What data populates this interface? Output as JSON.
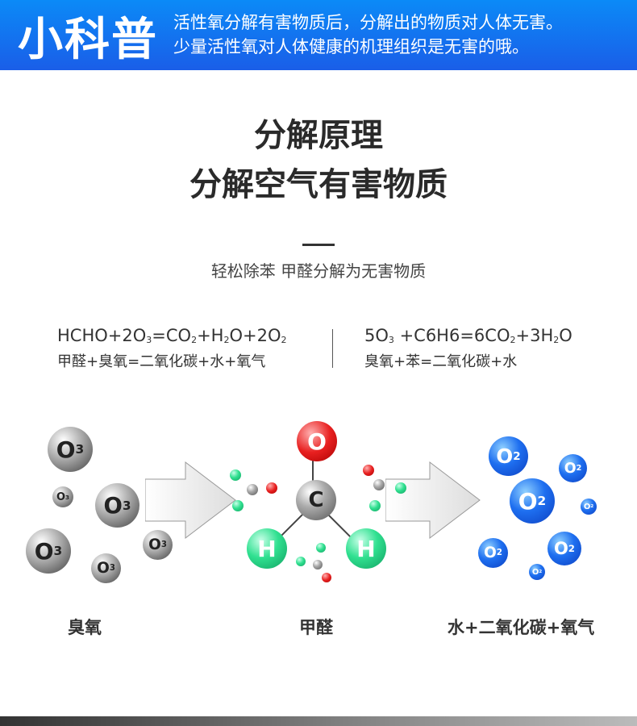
{
  "banner": {
    "brand": "小科普",
    "line1": "活性氧分解有害物质后，分解出的物质对人体无害。",
    "line2": "少量活性氧对人体健康的机理组织是无害的哦。"
  },
  "heading": {
    "title1": "分解原理",
    "title2": "分解空气有害物质",
    "subtitle": "轻松除苯 甲醛分解为无害物质"
  },
  "formulas": {
    "left": [
      [
        "HCHO+2O",
        ""
      ],
      [
        "",
        "3"
      ],
      [
        "=CO",
        ""
      ],
      [
        "",
        "2"
      ],
      [
        "+H",
        ""
      ],
      [
        "",
        "2"
      ],
      [
        "O+2O",
        ""
      ],
      [
        "",
        "2"
      ]
    ],
    "left_caption": "甲醛+臭氧=二氧化碳+水+氧气",
    "right": [
      [
        "5O",
        ""
      ],
      [
        "",
        "3"
      ],
      [
        " +C6H6=6CO",
        ""
      ],
      [
        "",
        "2"
      ],
      [
        "+3H",
        ""
      ],
      [
        "",
        "2"
      ],
      [
        "O",
        ""
      ]
    ],
    "right_caption": "臭氧+苯=二氧化碳+水"
  },
  "molecules": {
    "ozone": "O",
    "ozone_sub": "3",
    "oxygen": "O",
    "oxygen_sub": "2",
    "carbon": "C",
    "hydrogen": "H",
    "oxy_atom": "O"
  },
  "labels": {
    "left": "臭氧",
    "middle": "甲醛",
    "right": "水+二氧化碳+氧气"
  },
  "colors": {
    "banner": "#0b8af7",
    "oxygen": "#1e6ff0",
    "hydrogen": "#30e090",
    "oxy_atom": "#e82020"
  }
}
